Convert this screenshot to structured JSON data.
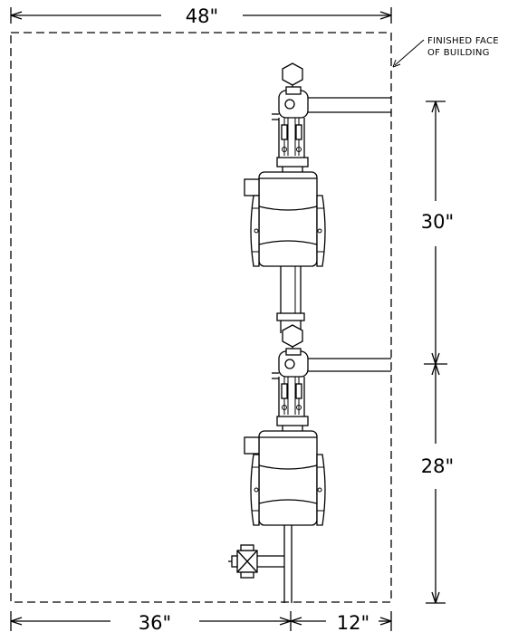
{
  "dimensions": {
    "overall_width": "48\"",
    "left_offset": "36\"",
    "right_offset": "12\"",
    "upper_vertical": "30\"",
    "lower_vertical": "28\""
  },
  "notes": {
    "finished_face_line1": "FINISHED FACE",
    "finished_face_line2": "OF BUILDING"
  }
}
